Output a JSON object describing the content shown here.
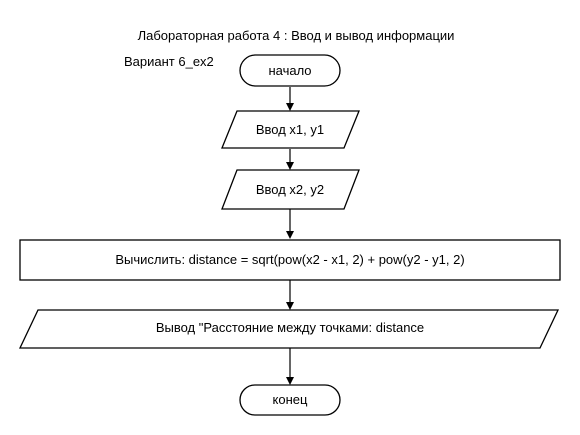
{
  "header": {
    "title": "Лабораторная работа 4 : Ввод и вывод информации",
    "variant": "Вариант 6_ex2"
  },
  "flowchart": {
    "start": {
      "shape": "terminator",
      "label": "начало"
    },
    "input1": {
      "shape": "parallelogram",
      "label": "Ввод x1, y1"
    },
    "input2": {
      "shape": "parallelogram",
      "label": "Ввод x2, y2"
    },
    "process": {
      "shape": "process",
      "label": "Вычислить: distance = sqrt(pow(x2 - x1, 2) + pow(y2 - y1, 2)"
    },
    "output": {
      "shape": "parallelogram",
      "label": "Вывод \"Расстояние между точками: distance"
    },
    "end": {
      "shape": "terminator",
      "label": "конец"
    }
  }
}
